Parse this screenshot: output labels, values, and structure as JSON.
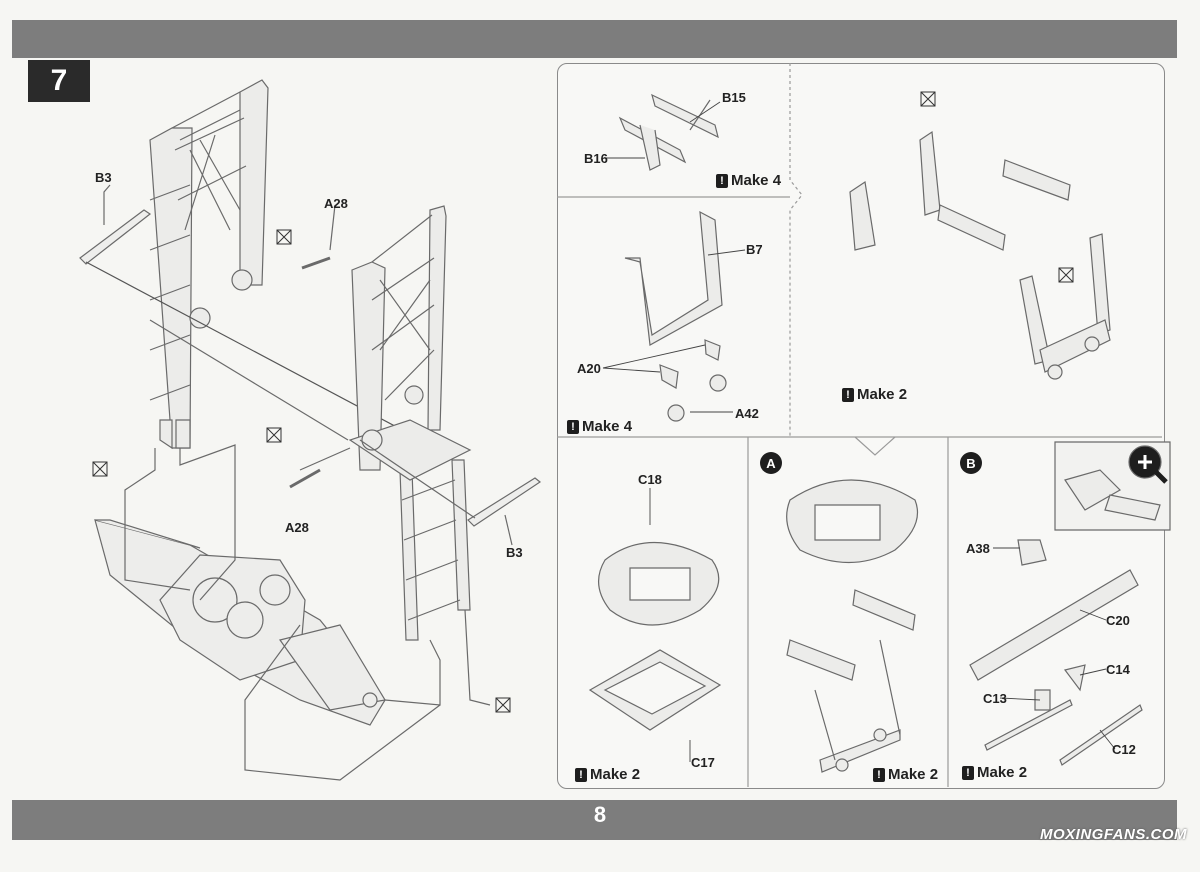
{
  "page": {
    "number": "8",
    "step": "7"
  },
  "main": {
    "labels": {
      "b3_left": "B3",
      "a28_top": "A28",
      "a28_bottom": "A28",
      "b3_right": "B3"
    }
  },
  "panels": {
    "top_left": {
      "b15": "B15",
      "b16": "B16",
      "make": "Make 4"
    },
    "mid_left": {
      "b7": "B7",
      "a20": "A20",
      "a42": "A42",
      "make": "Make 4"
    },
    "right_top": {
      "make": "Make 2"
    },
    "bottom1": {
      "c18": "C18",
      "c17": "C17",
      "make": "Make 2"
    },
    "bottom2": {
      "letter": "A",
      "make": "Make 2"
    },
    "bottom3": {
      "letter": "B",
      "a38": "A38",
      "c20": "C20",
      "c14": "C14",
      "c13": "C13",
      "c12": "C12",
      "make": "Make 2"
    }
  },
  "markers": {
    "exclaim": "!"
  },
  "watermark": "MOXINGFANS.COM",
  "icons": [
    "glue-icon",
    "zoom-in-icon",
    "attention-icon"
  ]
}
